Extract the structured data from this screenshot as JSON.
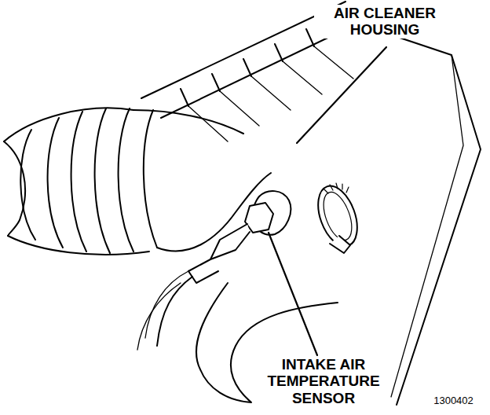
{
  "diagram": {
    "labels": [
      "AIR CLEANER HOUSING",
      "INTAKE AIR TEMPERATURE SENSOR",
      "1300402"
    ]
  }
}
